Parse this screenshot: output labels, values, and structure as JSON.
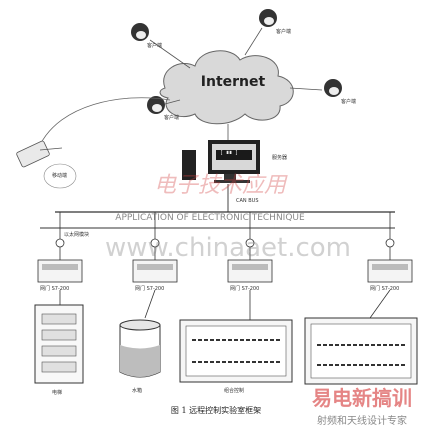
{
  "network": {
    "cloud_label": "Internet",
    "client_label": "客户端"
  },
  "server": {
    "label": "服务器",
    "monitor_text": "[ ∎∎ ]"
  },
  "mobile_client": {
    "label": "移动端"
  },
  "bus": {
    "label": "CAN BUS",
    "network_label": "以太网模块"
  },
  "nodes": [
    {
      "gateway_label": "网门 S7-200",
      "device_label": "电梯"
    },
    {
      "gateway_label": "网门 S7-200",
      "device_label": "水箱"
    },
    {
      "gateway_label": "网门 S7-200",
      "device_label": "组合控制"
    },
    {
      "gateway_label": "网门 S7-200",
      "device_label": ""
    }
  ],
  "watermarks": {
    "journal_cn": "电子技术应用",
    "journal_en": "APPLICATION OF ELECTRONIC TECHNIQUE",
    "site": "www.chinaaet.com",
    "corner_cn": "易电新搞训",
    "corner_sub": "射频和天线设计专家"
  },
  "caption": "图 1  远程控制实验室框架"
}
